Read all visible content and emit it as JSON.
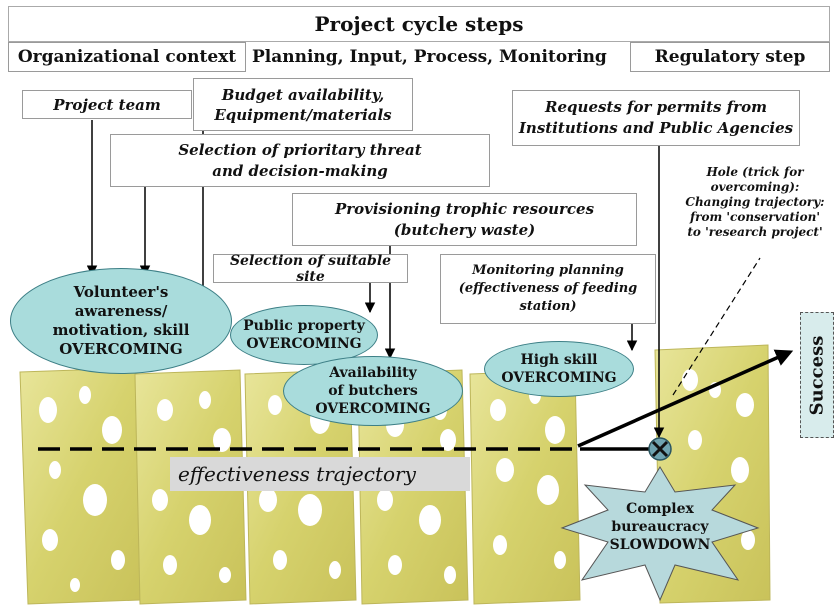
{
  "header": {
    "title": "Project cycle steps",
    "col_org": "Organizational context",
    "col_plan": "Planning, Input, Process, Monitoring",
    "col_reg": "Regulatory step"
  },
  "boxes": {
    "project_team": "Project team",
    "budget_1": "Budget availability,",
    "budget_2": "Equipment/materials",
    "requests_1": "Requests for permits from",
    "requests_2": "Institutions and Public Agencies",
    "selection_threat_1": "Selection of prioritary threat",
    "selection_threat_2": "and decision-making",
    "provisioning_1": "Provisioning trophic resources",
    "provisioning_2": "(butchery waste)",
    "suitable_site": "Selection of suitable site",
    "monitoring_1": "Monitoring planning",
    "monitoring_2": "(effectiveness of feeding",
    "monitoring_3": "station)"
  },
  "hole_note": {
    "l1": "Hole (trick for",
    "l2": "overcoming):",
    "l3": "Changing trajectory:",
    "l4": "from 'conservation'",
    "l5": "to 'research project'"
  },
  "ellipses": {
    "volunteer_1": "Volunteer's",
    "volunteer_2": "awareness/",
    "volunteer_3": "motivation, skill",
    "volunteer_4": "OVERCOMING",
    "public_1": "Public property",
    "public_2": "OVERCOMING",
    "butchers_1": "Availability",
    "butchers_2": "of butchers",
    "butchers_3": "OVERCOMING",
    "skill_1": "High skill",
    "skill_2": "OVERCOMING"
  },
  "trajectory_label": "effectiveness trajectory",
  "success_label": "Success",
  "burst": {
    "l1": "Complex",
    "l2": "bureaucracy",
    "l3": "SLOWDOWN"
  },
  "colors": {
    "ellipse_fill": "#a9dcdc",
    "cheese": "#d9d57a",
    "success_fill": "#d8ecec",
    "burst_fill": "#b7d9dc"
  }
}
